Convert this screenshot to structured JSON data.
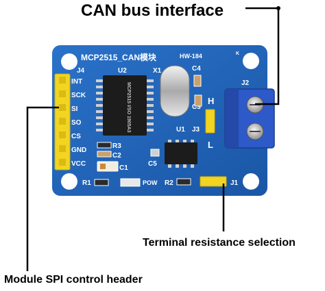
{
  "callouts": {
    "can_bus": "CAN bus interface",
    "terminal": "Terminal resistance selection",
    "spi_header": "Module SPI control header"
  },
  "board": {
    "title": "MCP2515_CAN模块",
    "model": "HW-184",
    "corner_mark": "K",
    "chip_u2_text": "MCP2515 I/SO 1905A3",
    "labels": {
      "j4": "J4",
      "u2": "U2",
      "x1": "X1",
      "c4": "C4",
      "j2": "J2",
      "h": "H",
      "l": "L",
      "c3": "C3",
      "u1": "U1",
      "j3": "J3",
      "r3": "R3",
      "c2": "C2",
      "c5": "C5",
      "c1": "C1",
      "r1": "R1",
      "pow": "POW",
      "r2": "R2",
      "j1": "J1"
    },
    "pins": [
      "INT",
      "SCK",
      "SI",
      "SO",
      "CS",
      "GND",
      "VCC"
    ]
  },
  "colors": {
    "pcb": "#1f63b8",
    "silkscreen": "#ffffff",
    "header": "#f2d421",
    "terminal_block": "#2d59c9",
    "chip": "#1c1c1c"
  }
}
